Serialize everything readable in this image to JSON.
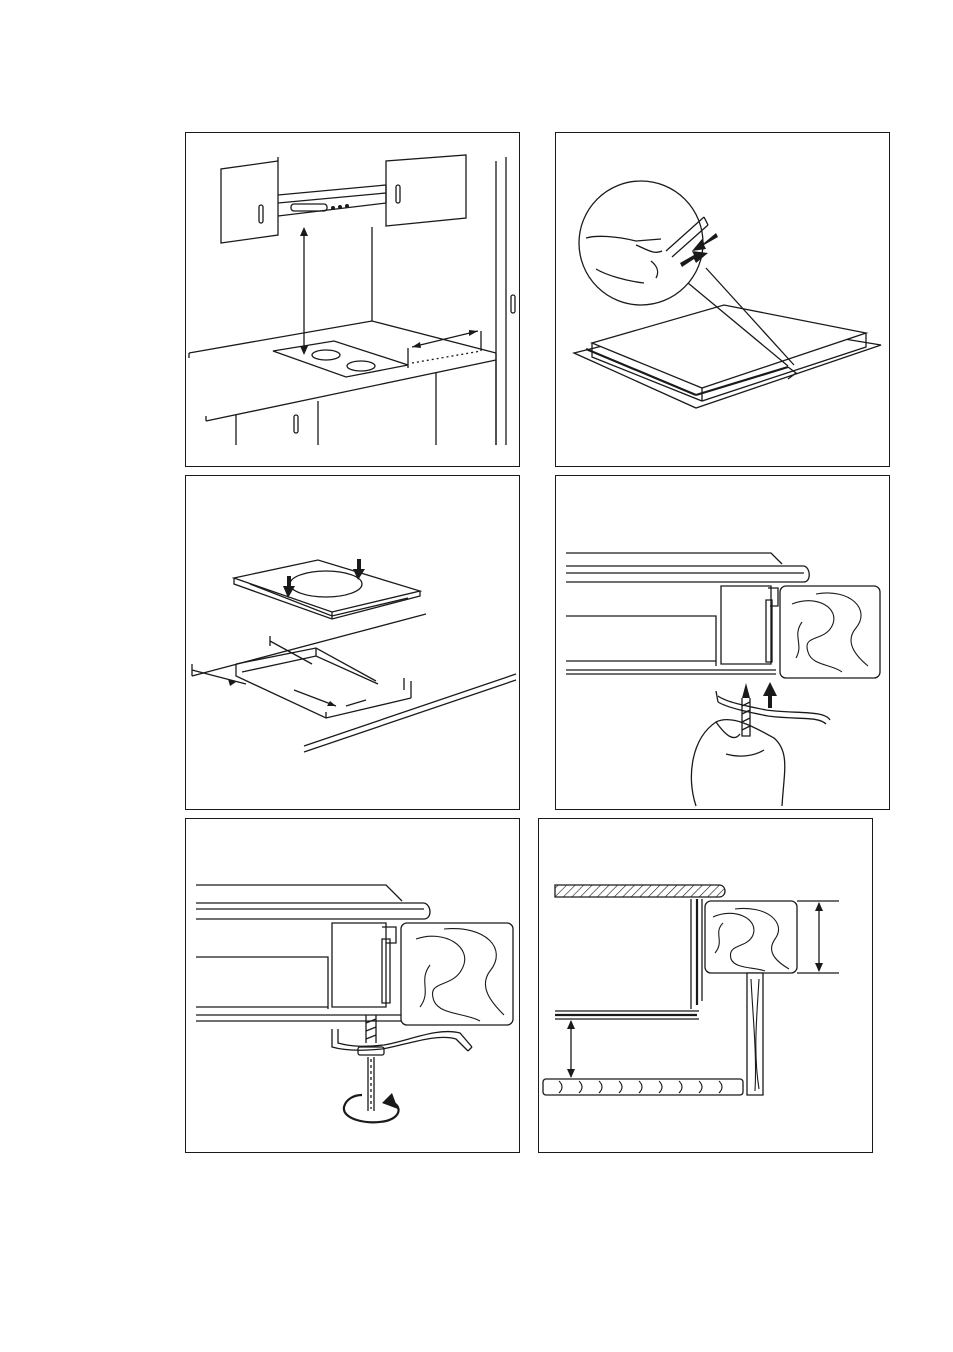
{
  "page": {
    "figures": [
      {
        "id": "kitchen-clearance"
      },
      {
        "id": "apply-sealing-strip"
      },
      {
        "id": "cutout-dimensions"
      },
      {
        "id": "insert-bracket-screw"
      },
      {
        "id": "tighten-bracket"
      },
      {
        "id": "worktop-section"
      }
    ]
  }
}
